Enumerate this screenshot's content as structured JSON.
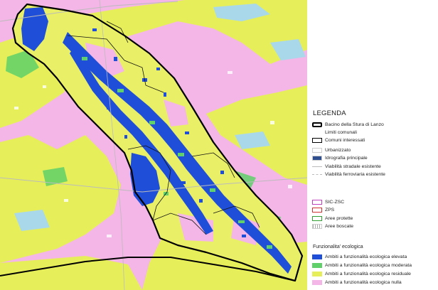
{
  "legend": {
    "title": "LEGENDA",
    "items": [
      {
        "label": "Bacino della Stura di Lanzo",
        "symbol": "thick-outline",
        "color": "#000000"
      },
      {
        "label": "Limiti comunali",
        "symbol": "none",
        "color": "#888888"
      },
      {
        "label": "Comuni interessati",
        "symbol": "outline",
        "color": "#000000"
      },
      {
        "label": "Urbanizzato",
        "symbol": "fill",
        "color": "#ffffff"
      },
      {
        "label": "Idrografia principale",
        "symbol": "fill",
        "color": "#2f4f8f"
      },
      {
        "label": "Viabilità stradale esistente",
        "symbol": "line",
        "color": "#bbbbbb"
      },
      {
        "label": "Viabilità ferroviaria esistente",
        "symbol": "dash",
        "color": "#bbbbbb"
      },
      {
        "label": "SIC-ZSC",
        "symbol": "outline",
        "color": "#c040c0"
      },
      {
        "label": "ZPS",
        "symbol": "outline",
        "color": "#d03030"
      },
      {
        "label": "Aree protette",
        "symbol": "outline",
        "color": "#30a030"
      },
      {
        "label": "Aree boscate",
        "symbol": "hatch",
        "color": "#aaaaaa"
      }
    ],
    "ecology_title": "Funzionalita' ecologica",
    "ecology": [
      {
        "label": "Ambiti a funzionalità ecologica elevata",
        "color": "#1f4fd8"
      },
      {
        "label": "Ambiti a funzionalità ecologica moderata",
        "color": "#5fd06a"
      },
      {
        "label": "Ambiti a funzionalità ecologica residuale",
        "color": "#e6ef5a"
      },
      {
        "label": "Ambiti a funzionalità ecologica nulla",
        "color": "#f4b6e6"
      }
    ]
  },
  "colors": {
    "elevata": "#1f4fd8",
    "moderata": "#5fd06a",
    "residuale": "#e6ef5a",
    "nulla": "#f4b6e6",
    "lightblue": "#a9d8ea",
    "river": "#1a3fbf"
  }
}
